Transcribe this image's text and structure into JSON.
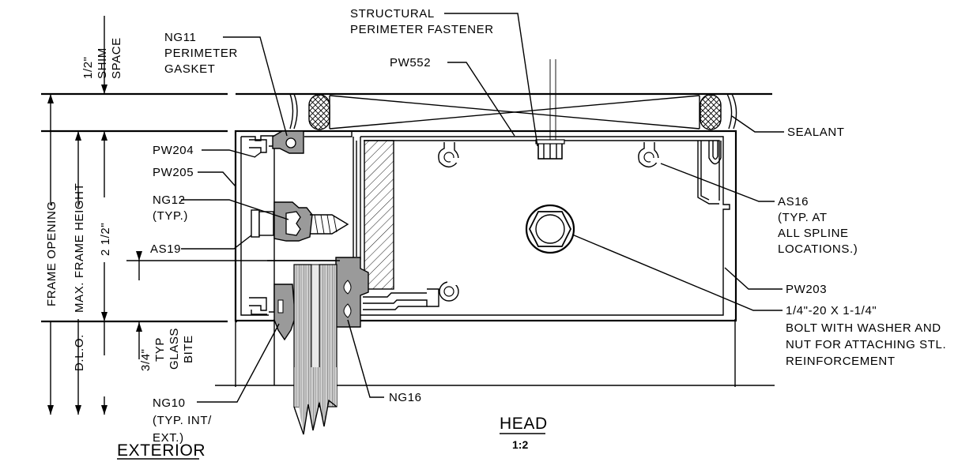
{
  "labels": {
    "structural_fastener_1": "STRUCTURAL",
    "structural_fastener_2": "PERIMETER FASTENER",
    "pw552": "PW552",
    "ng11_1": "NG11",
    "ng11_2": "PERIMETER",
    "ng11_3": "GASKET",
    "shim_1": "1/2\"",
    "shim_2": "SHIM",
    "shim_3": "SPACE",
    "sealant": "SEALANT",
    "pw204": "PW204",
    "pw205": "PW205",
    "ng12_1": "NG12",
    "ng12_2": "(TYP.)",
    "as19": "AS19",
    "as16_1": "AS16",
    "as16_2": "(TYP. AT",
    "as16_3": "ALL SPLINE",
    "as16_4": "LOCATIONS.)",
    "pw203": "PW203",
    "bolt_1": "1/4\"-20 X 1-1/4\"",
    "bolt_2": "BOLT WITH WASHER AND",
    "bolt_3": "NUT FOR ATTACHING STL.",
    "bolt_4": "REINFORCEMENT",
    "frame_opening": "FRAME OPENING",
    "max_frame_height": "MAX. FRAME HEIGHT",
    "two_half": "2 1/2\"",
    "dlo": "D.L.O.",
    "glass_bite_1": "3/4\"",
    "glass_bite_2": "TYP",
    "glass_bite_3": "GLASS",
    "glass_bite_4": "BITE",
    "ng10_1": "NG10",
    "ng10_2": "(TYP. INT/",
    "ng10_3": "EXT.)",
    "ng16": "NG16",
    "exterior": "EXTERIOR",
    "title": "HEAD",
    "scale": "1:2"
  }
}
